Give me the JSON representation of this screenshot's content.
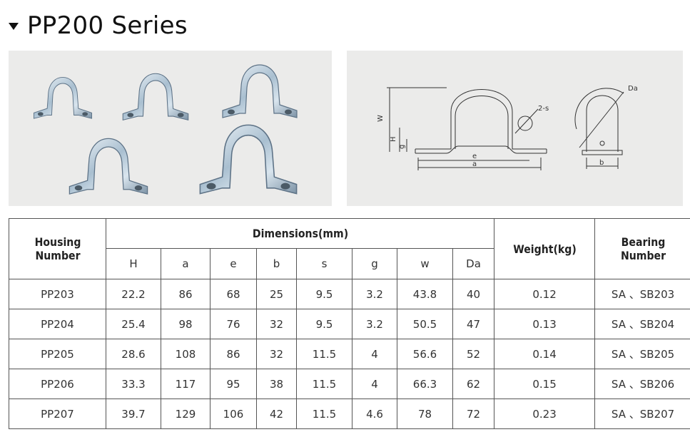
{
  "heading": {
    "title": "PP200 Series",
    "caret_icon": "triangle-down-icon"
  },
  "photo": {
    "description_icon": "pillow-block-housing-photos"
  },
  "drawing": {
    "labels": {
      "W": "W",
      "H": "H",
      "g": "g",
      "e": "e",
      "a": "a",
      "s": "2-s",
      "Da": "Da",
      "b": "b"
    }
  },
  "table": {
    "housing_header": "Housing Number",
    "dimensions_header": "Dimensions(mm)",
    "weight_header": "Weight(kg)",
    "bearing_header": "Bearing Number",
    "dim_columns": [
      "H",
      "a",
      "e",
      "b",
      "s",
      "g",
      "w",
      "Da"
    ],
    "rows": [
      {
        "housing": "PP203",
        "dims": [
          "22.2",
          "86",
          "68",
          "25",
          "9.5",
          "3.2",
          "43.8",
          "40"
        ],
        "weight": "0.12",
        "bearing": "SA 、SB203"
      },
      {
        "housing": "PP204",
        "dims": [
          "25.4",
          "98",
          "76",
          "32",
          "9.5",
          "3.2",
          "50.5",
          "47"
        ],
        "weight": "0.13",
        "bearing": "SA 、SB204"
      },
      {
        "housing": "PP205",
        "dims": [
          "28.6",
          "108",
          "86",
          "32",
          "11.5",
          "4",
          "56.6",
          "52"
        ],
        "weight": "0.14",
        "bearing": "SA 、SB205"
      },
      {
        "housing": "PP206",
        "dims": [
          "33.3",
          "117",
          "95",
          "38",
          "11.5",
          "4",
          "66.3",
          "62"
        ],
        "weight": "0.15",
        "bearing": "SA 、SB206"
      },
      {
        "housing": "PP207",
        "dims": [
          "39.7",
          "129",
          "106",
          "42",
          "11.5",
          "4.6",
          "78",
          "72"
        ],
        "weight": "0.23",
        "bearing": "SA 、SB207"
      }
    ]
  }
}
